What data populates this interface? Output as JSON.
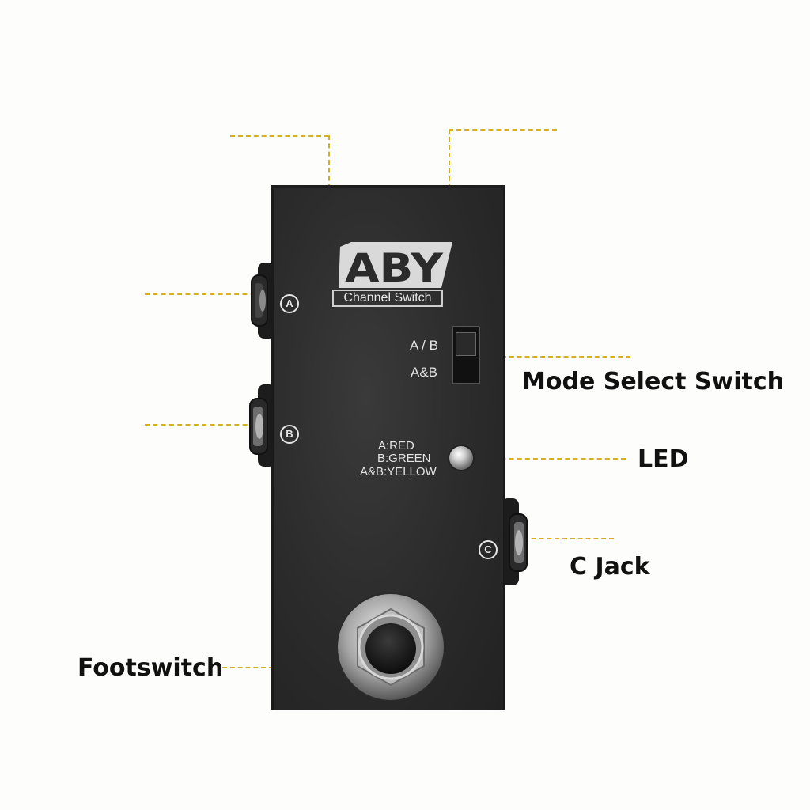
{
  "product": {
    "logo_text": "ABY",
    "logo_subtitle": "Channel Switch"
  },
  "panel": {
    "jack_a": "A",
    "jack_b": "B",
    "jack_c": "C",
    "switch_top_label": "A / B",
    "switch_bottom_label": "A&B",
    "led_legend": [
      "A:RED",
      "B:GREEN",
      "A&B:YELLOW"
    ]
  },
  "callouts": {
    "mode_select_switch": "Mode Select Switch",
    "led": "LED",
    "c_jack": "C Jack",
    "footswitch": "Footswitch"
  },
  "colors": {
    "leader_line": "#d4b01e",
    "pedal_body": "#2b2b2b",
    "background": "#fdfdfc"
  }
}
